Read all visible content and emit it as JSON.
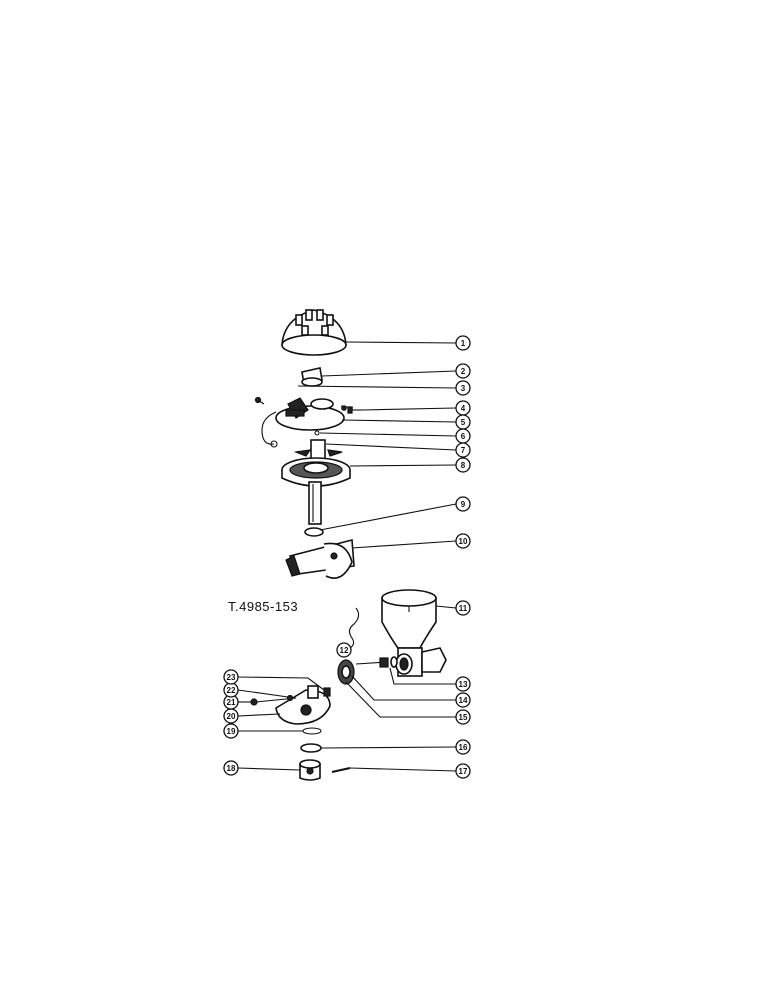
{
  "figure": {
    "code": "T.4985-153"
  },
  "callouts": [
    {
      "label": "1"
    },
    {
      "label": "2"
    },
    {
      "label": "3"
    },
    {
      "label": "4"
    },
    {
      "label": "5"
    },
    {
      "label": "6"
    },
    {
      "label": "7"
    },
    {
      "label": "8"
    },
    {
      "label": "9"
    },
    {
      "label": "10"
    },
    {
      "label": "11"
    },
    {
      "label": "12"
    },
    {
      "label": "13"
    },
    {
      "label": "14"
    },
    {
      "label": "15"
    },
    {
      "label": "16"
    },
    {
      "label": "17"
    },
    {
      "label": "18"
    },
    {
      "label": "19"
    },
    {
      "label": "20"
    },
    {
      "label": "21"
    },
    {
      "label": "22"
    },
    {
      "label": "23"
    }
  ]
}
